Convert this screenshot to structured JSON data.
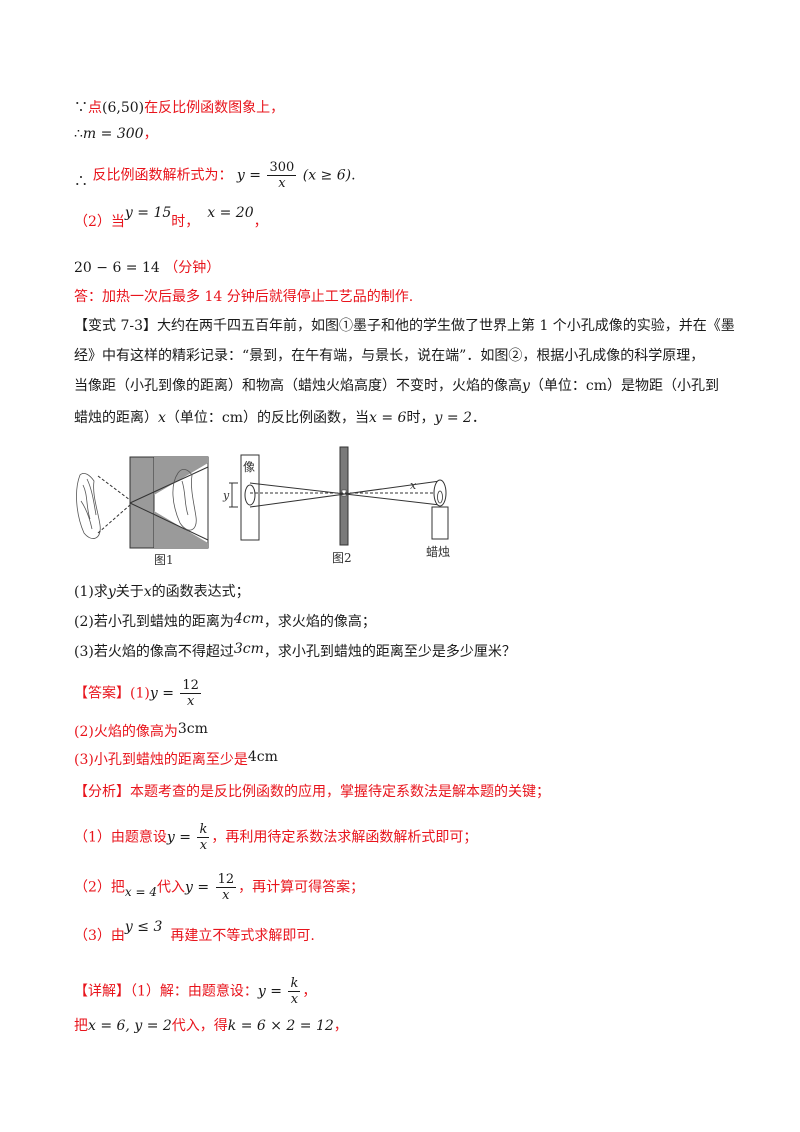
{
  "solution_part1": {
    "because_symbol": "∵",
    "point_label": "点",
    "point_value": "(6,50)",
    "on_graph_text": "在反比例函数图象上，",
    "therefore_symbol": "∴",
    "m_equation": "m = 300",
    "comma": "，",
    "analytic_prefix": "反比例函数解析式为：",
    "analytic_y": "y =",
    "analytic_num": "300",
    "analytic_den": "x",
    "analytic_domain": "(x ≥ 6)",
    "period": "."
  },
  "solution_part2": {
    "label": "（2）当",
    "y_eq": "y = 15",
    "time_text": "时，",
    "x_eq": "x = 20",
    "comma": "，",
    "calc": "20 − 6 = 14",
    "minutes": "（分钟）",
    "answer": "答：加热一次后最多 14 分钟后就得停止工艺品的制作."
  },
  "problem": {
    "tag": "【变式 7-3】",
    "line1": "大约在两千四五百年前，如图①墨子和他的学生做了世界上第 1 个小孔成像的实验，并在《墨",
    "line2": "经》中有这样的精彩记录：“景到，在午有端，与景长，说在端”．如图②，根据小孔成像的科学原理，",
    "line3a": "当像距（小孔到像的距离）和物高（蜡烛火焰高度）不变时，火焰的像高",
    "line3_var": "y",
    "line3b": "（单位：cm）是物距（小孔到",
    "line4a": "蜡烛的距离）",
    "line4_var": "x",
    "line4b": "（单位：cm）的反比例函数，当",
    "line4_x": "x = 6",
    "line4c": "时，",
    "line4_y": "y = 2",
    "line4d": "．"
  },
  "figure": {
    "fig1_caption": "图1",
    "fig2_caption": "图2",
    "image_label": "像",
    "y_label": "y",
    "x_label": "x",
    "candle_label": "蜡烛"
  },
  "questions": {
    "q1a": "(1)求",
    "q1_y": "y",
    "q1b": "关于",
    "q1_x": "x",
    "q1c": "的函数表达式；",
    "q2a": "(2)若小孔到蜡烛的距离为",
    "q2_val": "4cm",
    "q2b": "，求火焰的像高；",
    "q3a": "(3)若火焰的像高不得超过",
    "q3_val": "3cm",
    "q3b": "，求小孔到蜡烛的距离至少是多少厘米？"
  },
  "answer": {
    "tag": "【答案】",
    "a1_label": "(1)",
    "a1_y": "y =",
    "a1_num": "12",
    "a1_den": "x",
    "a2_text": "(2)火焰的像高为",
    "a2_val": "3cm",
    "a3_text": "(3)小孔到蜡烛的距离至少是",
    "a3_val": "4cm"
  },
  "analysis": {
    "tag": "【分析】",
    "intro": "本题考查的是反比例函数的应用，掌握待定系数法是解本题的关键；",
    "s1_label": "（1）由题意设",
    "s1_y": "y =",
    "s1_num": "k",
    "s1_den": "x",
    "s1_rest": "，再利用待定系数法求解函数解析式即可；",
    "s2_label": "（2）把",
    "s2_x": "x = 4",
    "s2_mid": "代入",
    "s2_y": "y =",
    "s2_num": "12",
    "s2_den": "x",
    "s2_rest": "，再计算可得答案；",
    "s3_label": "（3）由",
    "s3_ineq": "y ≤ 3",
    "s3_rest": "再建立不等式求解即可."
  },
  "detail": {
    "tag": "【详解】",
    "d1_label": "（1）解：由题意设：",
    "d1_y": "y =",
    "d1_num": "k",
    "d1_den": "x",
    "d1_comma": "，",
    "d2_label": "把",
    "d2_vals": "x = 6, y = 2",
    "d2_mid": "代入，得",
    "d2_calc": "k = 6 × 2 = 12",
    "d2_comma": "，"
  }
}
